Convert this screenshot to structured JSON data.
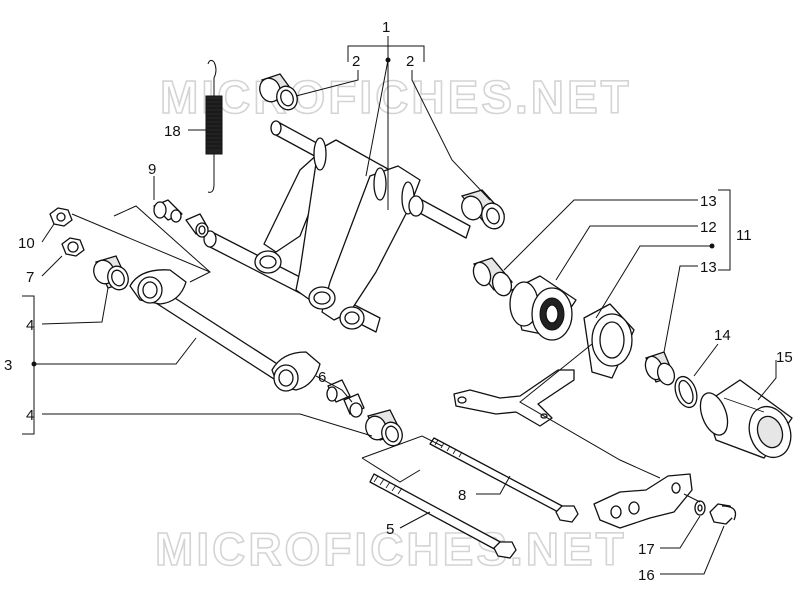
{
  "watermark": "MICROFICHES.NET",
  "callouts": [
    {
      "id": "1",
      "text": "1"
    },
    {
      "id": "2a",
      "text": "2"
    },
    {
      "id": "2b",
      "text": "2"
    },
    {
      "id": "3",
      "text": "3"
    },
    {
      "id": "4a",
      "text": "4"
    },
    {
      "id": "4b",
      "text": "4"
    },
    {
      "id": "5",
      "text": "5"
    },
    {
      "id": "6",
      "text": "6"
    },
    {
      "id": "7",
      "text": "7"
    },
    {
      "id": "8",
      "text": "8"
    },
    {
      "id": "9",
      "text": "9"
    },
    {
      "id": "10",
      "text": "10"
    },
    {
      "id": "11",
      "text": "11"
    },
    {
      "id": "12",
      "text": "12"
    },
    {
      "id": "13a",
      "text": "13"
    },
    {
      "id": "13b",
      "text": "13"
    },
    {
      "id": "14",
      "text": "14"
    },
    {
      "id": "15",
      "text": "15"
    },
    {
      "id": "16",
      "text": "16"
    },
    {
      "id": "17",
      "text": "17"
    },
    {
      "id": "18",
      "text": "18"
    }
  ],
  "colors": {
    "ink": "#111111",
    "watermark": "#d4d4d4",
    "background": "#ffffff"
  }
}
